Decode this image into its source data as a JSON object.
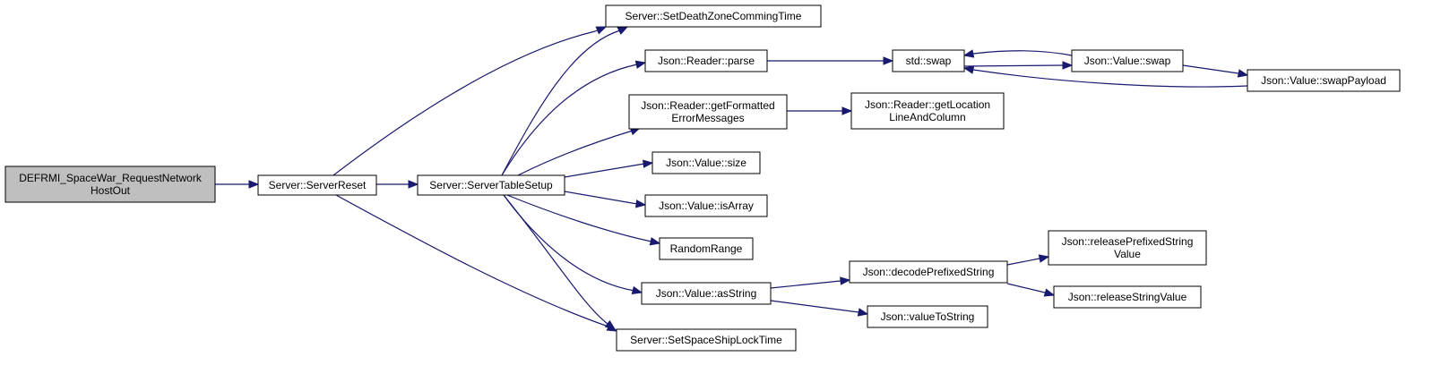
{
  "graph": {
    "edge_color": "#191970",
    "node_fill": "#ffffff",
    "root_fill": "#bfbfbf",
    "nodes": [
      {
        "id": "root",
        "lines": [
          "DEFRMI_SpaceWar_RequestNetwork",
          "HostOut"
        ],
        "is_root": true
      },
      {
        "id": "server_reset",
        "lines": [
          "Server::ServerReset"
        ]
      },
      {
        "id": "server_table_setup",
        "lines": [
          "Server::ServerTableSetup"
        ]
      },
      {
        "id": "set_death_zone",
        "lines": [
          "Server::SetDeathZoneCommingTime"
        ]
      },
      {
        "id": "set_spaceship_lock",
        "lines": [
          "Server::SetSpaceShipLockTime"
        ]
      },
      {
        "id": "reader_parse",
        "lines": [
          "Json::Reader::parse"
        ]
      },
      {
        "id": "reader_get_formatted",
        "lines": [
          "Json::Reader::getFormatted",
          "ErrorMessages"
        ]
      },
      {
        "id": "value_size",
        "lines": [
          "Json::Value::size"
        ]
      },
      {
        "id": "value_is_array",
        "lines": [
          "Json::Value::isArray"
        ]
      },
      {
        "id": "random_range",
        "lines": [
          "RandomRange"
        ]
      },
      {
        "id": "value_as_string",
        "lines": [
          "Json::Value::asString"
        ]
      },
      {
        "id": "std_swap",
        "lines": [
          "std::swap"
        ]
      },
      {
        "id": "value_swap",
        "lines": [
          "Json::Value::swap"
        ]
      },
      {
        "id": "value_swap_payload",
        "lines": [
          "Json::Value::swapPayload"
        ]
      },
      {
        "id": "reader_get_location",
        "lines": [
          "Json::Reader::getLocation",
          "LineAndColumn"
        ]
      },
      {
        "id": "decode_prefixed",
        "lines": [
          "Json::decodePrefixedString"
        ]
      },
      {
        "id": "value_to_string",
        "lines": [
          "Json::valueToString"
        ]
      },
      {
        "id": "release_prefixed",
        "lines": [
          "Json::releasePrefixedString",
          "Value"
        ]
      },
      {
        "id": "release_string_value",
        "lines": [
          "Json::releaseStringValue"
        ]
      }
    ],
    "edges": [
      {
        "from": "root",
        "to": "server_reset"
      },
      {
        "from": "server_reset",
        "to": "server_table_setup"
      },
      {
        "from": "server_reset",
        "to": "set_death_zone"
      },
      {
        "from": "server_reset",
        "to": "set_spaceship_lock"
      },
      {
        "from": "server_table_setup",
        "to": "set_death_zone"
      },
      {
        "from": "server_table_setup",
        "to": "reader_parse"
      },
      {
        "from": "server_table_setup",
        "to": "reader_get_formatted"
      },
      {
        "from": "server_table_setup",
        "to": "value_size"
      },
      {
        "from": "server_table_setup",
        "to": "value_is_array"
      },
      {
        "from": "server_table_setup",
        "to": "random_range"
      },
      {
        "from": "server_table_setup",
        "to": "value_as_string"
      },
      {
        "from": "server_table_setup",
        "to": "set_spaceship_lock"
      },
      {
        "from": "reader_parse",
        "to": "std_swap"
      },
      {
        "from": "reader_get_formatted",
        "to": "reader_get_location"
      },
      {
        "from": "std_swap",
        "to": "value_swap"
      },
      {
        "from": "value_swap",
        "to": "std_swap"
      },
      {
        "from": "value_swap",
        "to": "value_swap_payload"
      },
      {
        "from": "value_swap_payload",
        "to": "std_swap"
      },
      {
        "from": "value_as_string",
        "to": "decode_prefixed"
      },
      {
        "from": "value_as_string",
        "to": "value_to_string"
      },
      {
        "from": "decode_prefixed",
        "to": "release_prefixed"
      },
      {
        "from": "decode_prefixed",
        "to": "release_string_value"
      }
    ]
  }
}
